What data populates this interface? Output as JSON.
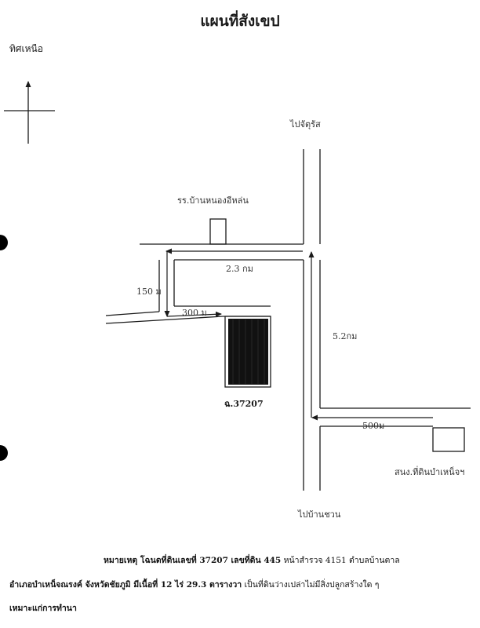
{
  "title": "แผนที่สังเขป",
  "north_label": "ทิศเหนือ",
  "labels": {
    "to_top": "ไปจัตุรัส",
    "to_bottom": "ไปบ้านชวน",
    "school": "รร.บ้านหนองอีหล่น",
    "dist_2_3km": "2.3 กม",
    "dist_150m": "150 ม",
    "dist_300m": "300 ม",
    "dist_5_2km": "5.2กม",
    "dist_500m": "500ม",
    "parcel": "ฉ.37207",
    "office": "สนง.ที่ดินบำเหน็จฯ"
  },
  "note": {
    "line1_bold": "หมายเหตุ โฉนดที่ดินเลขที่ 37207 เลขที่ดิน 445",
    "line1_rest": " หน้าสำรวจ 4151 ตำบลบ้านตาล",
    "line2_bold": "อำเภอบำเหน็จณรงค์ จังหวัดชัยภูมิ มีเนื้อที่ 12 ไร่ 29.3 ตารางวา",
    "line2_rest": " เป็นที่ดินว่างเปล่าไม่มีสิ่งปลูกสร้างใด ๆ",
    "line3_bold": "เหมาะแก่การทำนา"
  },
  "colors": {
    "ink": "#1a1a1a",
    "parcel_fill": "#111111"
  }
}
